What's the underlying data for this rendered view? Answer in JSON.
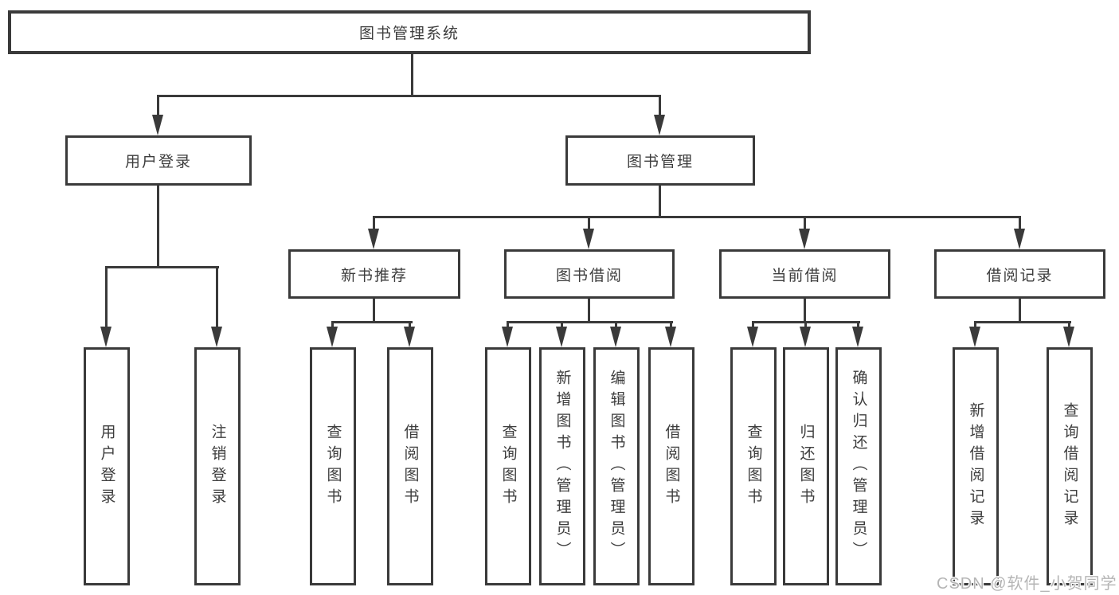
{
  "tree": {
    "root": {
      "label": "图书管理系统"
    },
    "branches": [
      {
        "label": "用户登录",
        "children": [
          {
            "label": "用户登录"
          },
          {
            "label": "注销登录"
          }
        ]
      },
      {
        "label": "图书管理",
        "children": [
          {
            "label": "新书推荐",
            "children": [
              {
                "label": "查询图书"
              },
              {
                "label": "借阅图书"
              }
            ]
          },
          {
            "label": "图书借阅",
            "children": [
              {
                "label": "查询图书"
              },
              {
                "label": "新增图书（管理员）"
              },
              {
                "label": "编辑图书（管理员）"
              },
              {
                "label": "借阅图书"
              }
            ]
          },
          {
            "label": "当前借阅",
            "children": [
              {
                "label": "查询图书"
              },
              {
                "label": "归还图书"
              },
              {
                "label": "确认归还（管理员）"
              }
            ]
          },
          {
            "label": "借阅记录",
            "children": [
              {
                "label": "新增借阅记录"
              },
              {
                "label": "查询借阅记录"
              }
            ]
          }
        ]
      }
    ]
  },
  "watermark": {
    "text": "CSDN @软件_小贺同学"
  },
  "colors": {
    "line": "#3a3a3a",
    "text": "#3d3d3d",
    "watermark": "#b5b5b5",
    "background": "#ffffff"
  }
}
